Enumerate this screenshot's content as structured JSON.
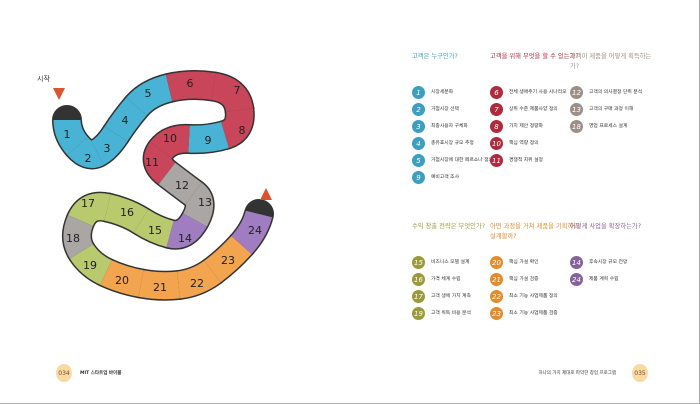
{
  "left_page": {
    "start_label": "시작",
    "board_cells": [
      "1",
      "2",
      "3",
      "4",
      "5",
      "6",
      "7",
      "8",
      "9",
      "10",
      "11",
      "12",
      "13",
      "14",
      "15",
      "16",
      "17",
      "18",
      "19",
      "20",
      "21",
      "22",
      "23",
      "24"
    ],
    "page_number": "034",
    "running_title": "MIT 스타트업 바이블"
  },
  "right_page": {
    "page_number": "035",
    "running_title": "하나의 가치 제대로 파악한 창업 프로그램",
    "groups": [
      {
        "heading": "고객은 누구인가?",
        "color": "#3a9fc0",
        "items": [
          {
            "n": "1",
            "label": "시장세분화"
          },
          {
            "n": "2",
            "label": "거점시장 선택"
          },
          {
            "n": "3",
            "label": "최종사용자 구체화"
          },
          {
            "n": "4",
            "label": "총유효시장 규모 추정"
          },
          {
            "n": "5",
            "label": "거점시장에 대한 페르소나 정의"
          },
          {
            "n": "9",
            "label": "예비고객 조사"
          }
        ]
      },
      {
        "heading": "고객을 위해 무엇을 할 수 있는가?",
        "color": "#b02a3e",
        "items": [
          {
            "n": "6",
            "label": "전체 생애주기 사용 시나리오"
          },
          {
            "n": "7",
            "label": "상위 수준 제품사양 정의"
          },
          {
            "n": "8",
            "label": "가치 제안 정량화"
          },
          {
            "n": "10",
            "label": "핵심 역량 정의"
          },
          {
            "n": "11",
            "label": "경쟁적 지위 설정"
          }
        ]
      },
      {
        "heading": "고객이 제품을 어떻게 획득하는가?",
        "color": "#9c9086",
        "items": [
          {
            "n": "12",
            "label": "고객의 의사결정 단위 분석"
          },
          {
            "n": "13",
            "label": "고객의 구매 과정 이해"
          },
          {
            "n": "18",
            "label": "영업 프로세스 설계"
          }
        ]
      },
      {
        "heading": "수익 창출 전략은 무엇인가?",
        "color": "#9a9a3a",
        "items": [
          {
            "n": "15",
            "label": "비즈니스 모델 설계"
          },
          {
            "n": "16",
            "label": "가격 체계 수립"
          },
          {
            "n": "17",
            "label": "고객 생애 가치 계측"
          },
          {
            "n": "19",
            "label": "고객 획득 비용 분석"
          }
        ]
      },
      {
        "heading": "어떤 과정을 거쳐 제품을 기획하고 설계할까?",
        "color": "#e48b2c",
        "items": [
          {
            "n": "20",
            "label": "핵심 가설 확인"
          },
          {
            "n": "21",
            "label": "핵심 가설 검증"
          },
          {
            "n": "22",
            "label": "최소 기능 사업제품 정의"
          },
          {
            "n": "23",
            "label": "최소 기능 사업제품 검증"
          }
        ]
      },
      {
        "heading": "어떻게 사업을 확장하는가?",
        "color": "#86629a",
        "items": [
          {
            "n": "14",
            "label": "후속시장 규모 전망"
          },
          {
            "n": "24",
            "label": "제품 계획 수립"
          }
        ]
      }
    ]
  },
  "colors": {
    "teal": "#49b3d6",
    "red": "#c9465a",
    "gray": "#a9a6a3",
    "purple": "#a07cc0",
    "olive": "#b9c96e",
    "orange": "#f2a44e"
  }
}
